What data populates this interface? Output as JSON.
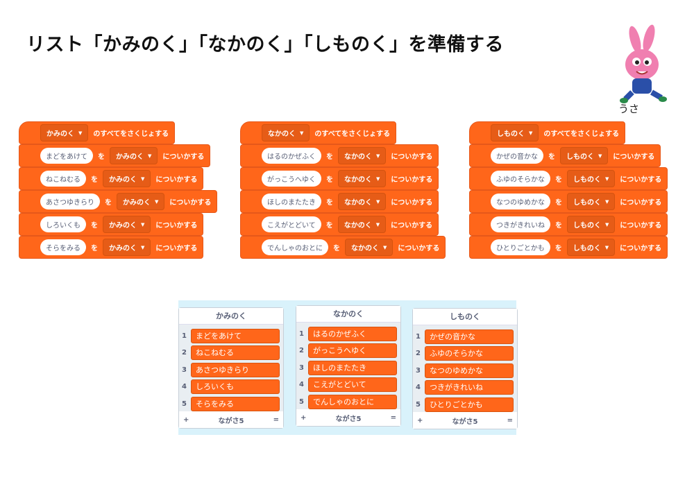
{
  "title": "リスト「かみのく」「なかのく」「しものく」を準備する",
  "character": {
    "name": "うさ"
  },
  "blocks": {
    "delete_all_suffix": "のすべてをさくじょする",
    "wo": "を",
    "add_suffix": "についかする",
    "stacks": [
      {
        "list": "かみのく",
        "items": [
          "まどをあけて",
          "ねこねむる",
          "あさつゆきらり",
          "しろいくも",
          "そらをみる"
        ]
      },
      {
        "list": "なかのく",
        "items": [
          "はるのかぜふく",
          "がっこうへゆく",
          "ほしのまたたき",
          "こえがとどいて",
          "でんしゃのおとに"
        ]
      },
      {
        "list": "しものく",
        "items": [
          "かぜの音かな",
          "ふゆのそらかな",
          "なつのゆめかな",
          "つきがきれいね",
          "ひとりごとかも"
        ]
      }
    ]
  },
  "lists": {
    "add": "+",
    "resize": "=",
    "length_label": "ながさ5",
    "monitors": [
      {
        "name": "かみのく",
        "items": [
          "まどをあけて",
          "ねこねむる",
          "あさつゆきらり",
          "しろいくも",
          "そらをみる"
        ]
      },
      {
        "name": "なかのく",
        "items": [
          "はるのかぜふく",
          "がっこうへゆく",
          "ほしのまたたき",
          "こえがとどいて",
          "でんしゃのおとに"
        ]
      },
      {
        "name": "しものく",
        "items": [
          "かぜの音かな",
          "ふゆのそらかな",
          "なつのゆめかな",
          "つきがきれいね",
          "ひとりごとかも"
        ]
      }
    ]
  }
}
